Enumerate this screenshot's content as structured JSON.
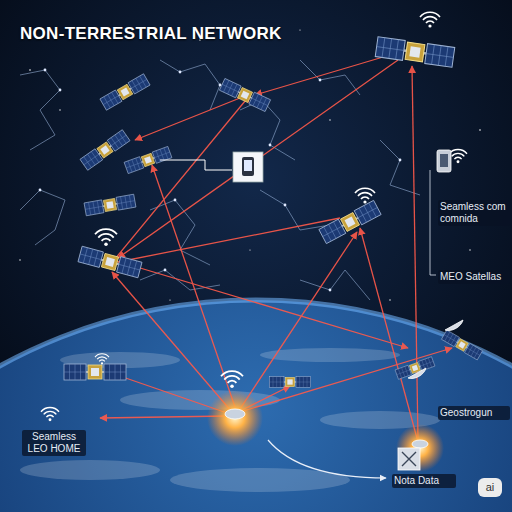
{
  "diagram": {
    "title": "NON-TERRESTRIAL NETWORK",
    "labels": [
      "Seamless com comnida",
      "MEO Satellas",
      "Seamless LEO HOME",
      "Geostrogun",
      "Nota Data",
      "ai"
    ]
  }
}
